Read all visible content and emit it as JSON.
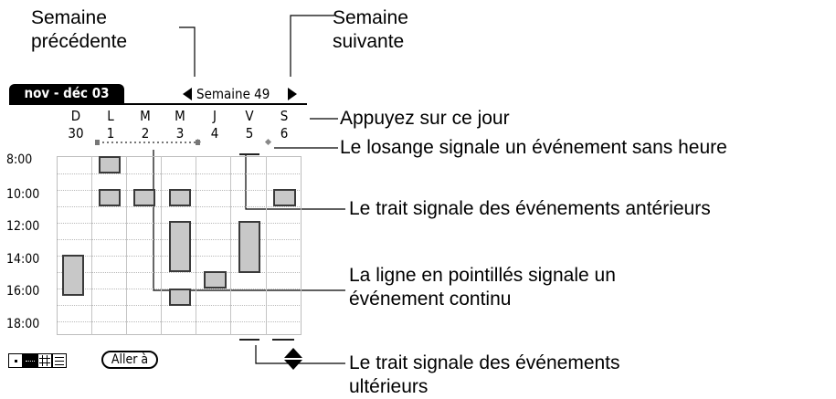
{
  "callouts": {
    "prev_week": [
      "Semaine",
      "précédente"
    ],
    "next_week": [
      "Semaine",
      "suivante"
    ],
    "tap_day": "Appuyez sur ce jour",
    "diamond": "Le losange signale un événement sans heure",
    "earlier": "Le trait signale des événements antérieurs",
    "dotted": [
      "La ligne en pointillés signale un",
      "événement continu"
    ],
    "later": [
      "Le trait signale des événements",
      "ultérieurs"
    ]
  },
  "calendar": {
    "title": "nov - déc 03",
    "week_label": "Semaine 49",
    "days": [
      {
        "dow": "D",
        "num": "30"
      },
      {
        "dow": "L",
        "num": "1"
      },
      {
        "dow": "M",
        "num": "2"
      },
      {
        "dow": "M",
        "num": "3"
      },
      {
        "dow": "J",
        "num": "4"
      },
      {
        "dow": "V",
        "num": "5"
      },
      {
        "dow": "S",
        "num": "6"
      }
    ],
    "times": [
      "8:00",
      "10:00",
      "12:00",
      "14:00",
      "16:00",
      "18:00"
    ],
    "goto_label": "Aller à"
  }
}
